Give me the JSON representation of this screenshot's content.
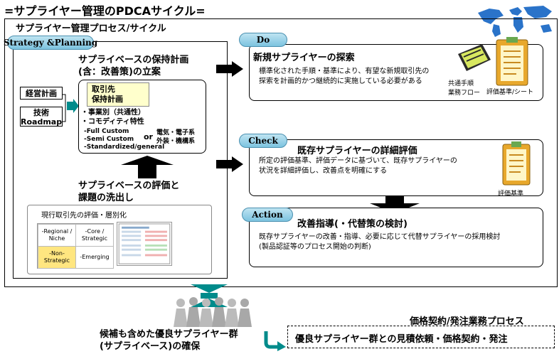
{
  "page_title": "=サプライヤー管理のPDCAサイクル=",
  "process_title": "サプライヤー管理プロセス/サイクル",
  "strategy": {
    "pill": "Strategy &Planning",
    "plan_heading_1": "サプライベースの保持計画",
    "plan_heading_2": "(含：改善策)の立案",
    "input_1": "経営計画",
    "input_2_line1": "技術",
    "input_2_line2": "Roadmap",
    "plan_box_line1": "取引先",
    "plan_box_line2": "保持計画",
    "items": [
      "・事業別（共通性）",
      "・コモディティ特性",
      "-Full Custom",
      "-Semi Custom",
      "-Standardized/general"
    ],
    "or_label": "or",
    "sector_1": "電気・電子系",
    "sector_2": "外装・機構系",
    "eval_heading_1": "サプライベースの評価と",
    "eval_heading_2": "課題の洗出し",
    "eval_box_label": "現行取引先の評価・層別化",
    "matrix": {
      "top_left": "-Regional / Niche",
      "top_right": "-Core / Strategic",
      "bottom_left": "-Non-Strategic",
      "bottom_right": "-Emerging"
    }
  },
  "do": {
    "pill": "Do",
    "title": "新規サプライヤーの探索",
    "desc_1": "標準化された手順・基準により、有望な新規取引先の",
    "desc_2": "探索を計画的かつ継続的に実施している必要がある",
    "caption_1_line1": "共通手順",
    "caption_1_line2": "業務フロー",
    "caption_2": "評価基準/シート"
  },
  "check": {
    "pill": "Check",
    "title": "既存サプライヤーの詳細評価",
    "desc_1": "所定の評価基準、評価データに基づいて、既存サプライヤーの",
    "desc_2": "状況を詳細評価し、改善点を明確にする",
    "caption": "評価基準"
  },
  "action": {
    "pill": "Action",
    "title": "改善指導(・代替策の検討)",
    "desc_1": "既存サプライヤーの改善・指導、必要に応じて代替サプライヤーの採用検討",
    "desc_2": "(製品認証等のプロセス開始の判断)"
  },
  "bottom": {
    "result_1": "候補も含めた優良サプライヤー群",
    "result_2": "(サプライベース)の確保",
    "process_label": "価格契約/発注業務プロセス",
    "process_box": "優良サプライヤー群との見積依頼・価格契約・発注"
  },
  "colors": {
    "pill_fill": "#8fcbe4",
    "connector": "#008b8b",
    "plan_box": "#ffffcc",
    "clipboard": "#e8a82c"
  }
}
